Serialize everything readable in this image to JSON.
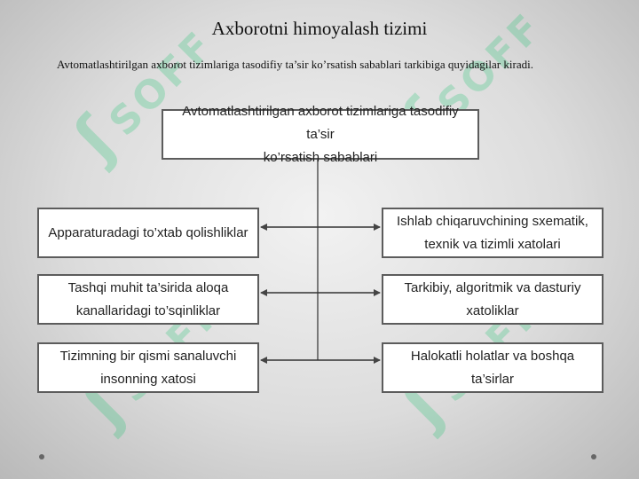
{
  "slide": {
    "title": "Axborotni himoyalash tizimi",
    "intro": "Avtomatlashtirilgan axborot tizimlariga tasodifiy ta’sir ko’rsatish sabablari tarkibiga quyidagilar kiradi."
  },
  "diagram": {
    "root": "Avtomatlashtirilgan axborot tizimlariga tasodifiy ta’sir\nko’rsatish sabablari",
    "left": [
      "Apparaturadagi to’xtab qolishliklar",
      "Tashqi muhit ta’sirida aloqa\nkanallaridagi to’sqinliklar",
      "Tizimning bir qismi sanaluvchi\ninsonning xatosi"
    ],
    "right": [
      "Ishlab chiqaruvchining sxematik,\ntexnik va tizimli xatolari",
      "Tarkibiy, algoritmik va dasturiy\nxatoliklar",
      "Halokatli holatlar va boshqa ta’sirlar"
    ]
  },
  "watermark": {
    "text": "SOFF",
    "color": "#00c060"
  },
  "colors": {
    "box_border": "#5c5c5c",
    "connector": "#555555"
  }
}
